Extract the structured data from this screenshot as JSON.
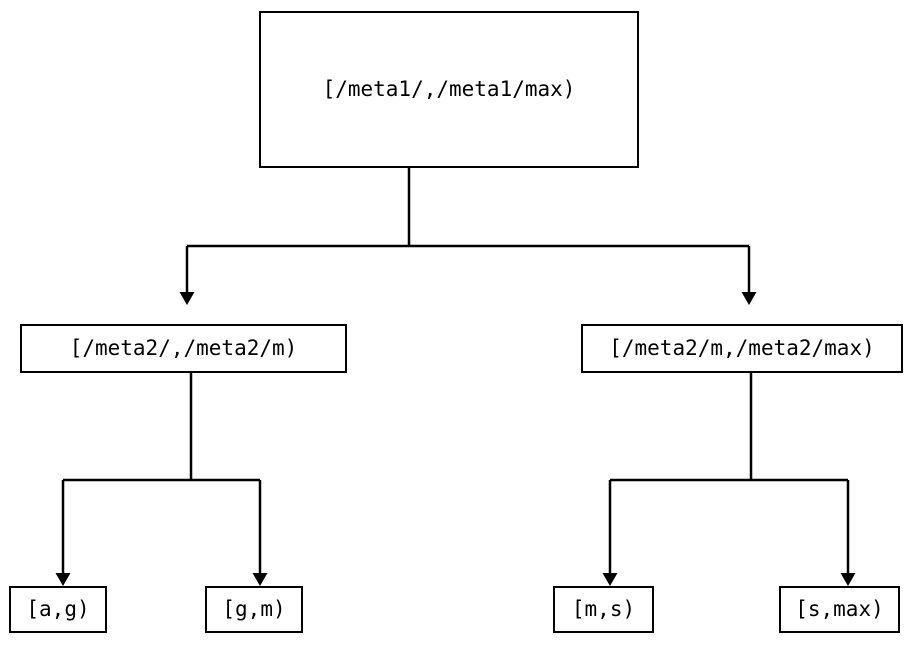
{
  "diagram": {
    "type": "tree",
    "title": "",
    "orientation": "top-down",
    "colors": {
      "background": "#ffffff",
      "stroke": "#000000",
      "text": "#000000",
      "node_fill": "#ffffff"
    },
    "nodes": {
      "root": {
        "id": "root",
        "label": "[/meta1/,/meta1/max)"
      },
      "mid_left": {
        "id": "mid-left",
        "label": "[/meta2/,/meta2/m)"
      },
      "mid_right": {
        "id": "mid-right",
        "label": "[/meta2/m,/meta2/max)"
      },
      "leaves": [
        {
          "id": "leaf-1",
          "label": "[a,g)"
        },
        {
          "id": "leaf-2",
          "label": "[g,m)"
        },
        {
          "id": "leaf-3",
          "label": "[m,s)"
        },
        {
          "id": "leaf-4",
          "label": "[s,max)"
        }
      ]
    },
    "edges": [
      {
        "from": "root",
        "to": "mid-left",
        "arrow": "triangle-down"
      },
      {
        "from": "root",
        "to": "mid-right",
        "arrow": "triangle-down"
      },
      {
        "from": "mid-left",
        "to": "leaf-1",
        "arrow": "triangle-down"
      },
      {
        "from": "mid-left",
        "to": "leaf-2",
        "arrow": "triangle-down"
      },
      {
        "from": "mid-right",
        "to": "leaf-3",
        "arrow": "triangle-down"
      },
      {
        "from": "mid-right",
        "to": "leaf-4",
        "arrow": "triangle-down"
      }
    ]
  }
}
